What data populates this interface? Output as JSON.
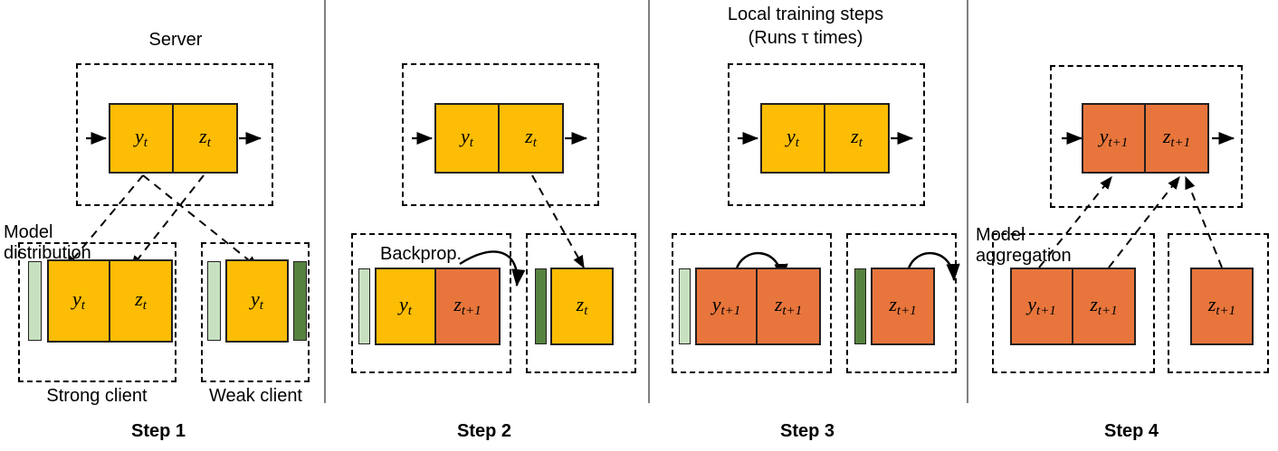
{
  "figure": {
    "title_step3": "Local training steps\n(Runs τ times)",
    "colors": {
      "yellow": "#FCBD04",
      "orange": "#E8763C",
      "light_green": "#C7E1C0",
      "dark_green": "#55823F",
      "outline": "#231f20",
      "divider": "#808080"
    }
  },
  "step1": {
    "step_label": "Step 1",
    "server_label": "Server",
    "side_note": "Model\ndistribution",
    "strong_client_label": "Strong client",
    "weak_client_label": "Weak client",
    "server_blocks": [
      {
        "text": "y",
        "sub": "t",
        "color": "yellow"
      },
      {
        "text": "z",
        "sub": "t",
        "color": "yellow"
      }
    ],
    "strong_client_blocks": [
      {
        "text": "y",
        "sub": "t",
        "color": "yellow"
      },
      {
        "text": "z",
        "sub": "t",
        "color": "yellow"
      }
    ],
    "weak_client_blocks": [
      {
        "text": "y",
        "sub": "t",
        "color": "yellow"
      }
    ]
  },
  "step2": {
    "step_label": "Step 2",
    "backprop_label": "Backprop.",
    "server_blocks": [
      {
        "text": "y",
        "sub": "t",
        "color": "yellow"
      },
      {
        "text": "z",
        "sub": "t",
        "color": "yellow"
      }
    ],
    "strong_client_blocks": [
      {
        "text": "y",
        "sub": "t",
        "color": "yellow"
      },
      {
        "text": "z",
        "sub": "t+1",
        "color": "orange"
      }
    ],
    "weak_client_blocks": [
      {
        "text": "z",
        "sub": "t",
        "color": "yellow"
      }
    ]
  },
  "step3": {
    "step_label": "Step 3",
    "title_line1": "Local training steps",
    "title_line2": "(Runs τ times)",
    "server_blocks": [
      {
        "text": "y",
        "sub": "t",
        "color": "yellow"
      },
      {
        "text": "z",
        "sub": "t",
        "color": "yellow"
      }
    ],
    "strong_client_blocks": [
      {
        "text": "y",
        "sub": "t+1",
        "color": "orange"
      },
      {
        "text": "z",
        "sub": "t+1",
        "color": "orange"
      }
    ],
    "weak_client_blocks": [
      {
        "text": "z",
        "sub": "t+1",
        "color": "orange"
      }
    ]
  },
  "step4": {
    "step_label": "Step 4",
    "side_note": "Model\naggregation",
    "server_blocks": [
      {
        "text": "y",
        "sub": "t+1",
        "color": "orange"
      },
      {
        "text": "z",
        "sub": "t+1",
        "color": "orange"
      }
    ],
    "strong_client_blocks": [
      {
        "text": "y",
        "sub": "t+1",
        "color": "orange"
      },
      {
        "text": "z",
        "sub": "t+1",
        "color": "orange"
      }
    ],
    "weak_client_blocks": [
      {
        "text": "z",
        "sub": "t+1",
        "color": "orange"
      }
    ]
  }
}
